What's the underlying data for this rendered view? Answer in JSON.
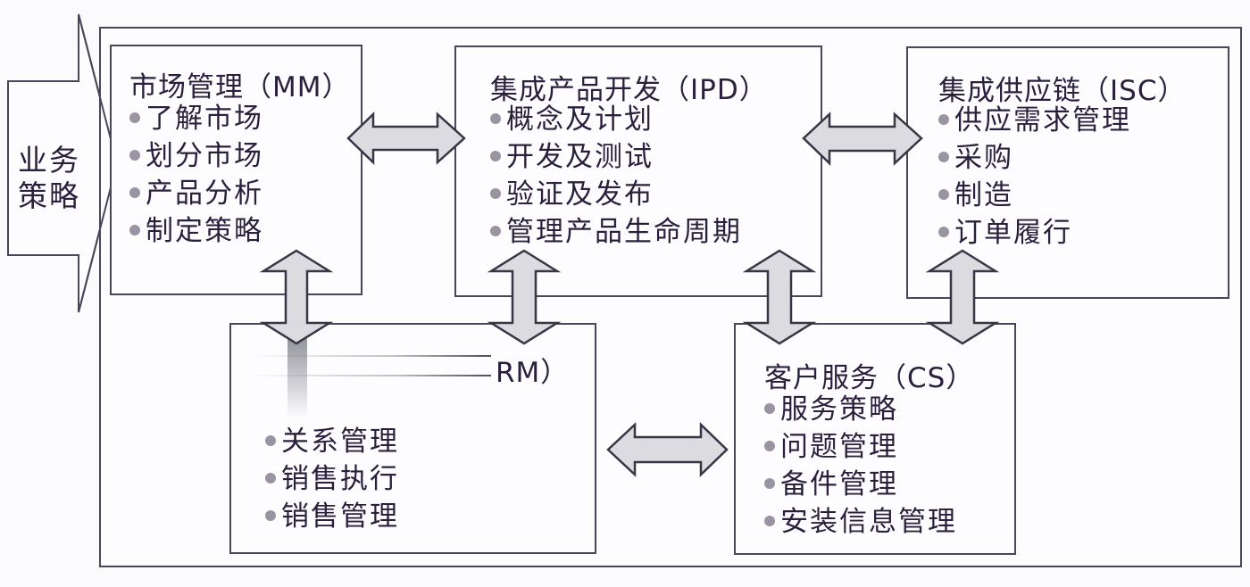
{
  "strategy": {
    "label_line1": "业务",
    "label_line2": "策略"
  },
  "boxes": {
    "mm": {
      "title": "市场管理（MM）",
      "items": [
        "了解市场",
        "划分市场",
        "产品分析",
        "制定策略"
      ]
    },
    "ipd": {
      "title": "集成产品开发（IPD）",
      "items": [
        "概念及计划",
        "开发及测试",
        "验证及发布",
        "管理产品生命周期"
      ]
    },
    "isc": {
      "title": "集成供应链（ISC）",
      "items": [
        "供应需求管理",
        "采购",
        "制造",
        "订单履行"
      ]
    },
    "crm": {
      "title": "RM）",
      "items": [
        "关系管理",
        "销售执行",
        "销售管理"
      ]
    },
    "cs": {
      "title": "客户服务（CS）",
      "items": [
        "服务策略",
        "问题管理",
        "备件管理",
        "安装信息管理"
      ]
    }
  },
  "colors": {
    "stroke": "#4a4558",
    "arrow_fill": "#dcdce0",
    "text": "#2a1f3d",
    "bullet": "#9a94a2"
  }
}
